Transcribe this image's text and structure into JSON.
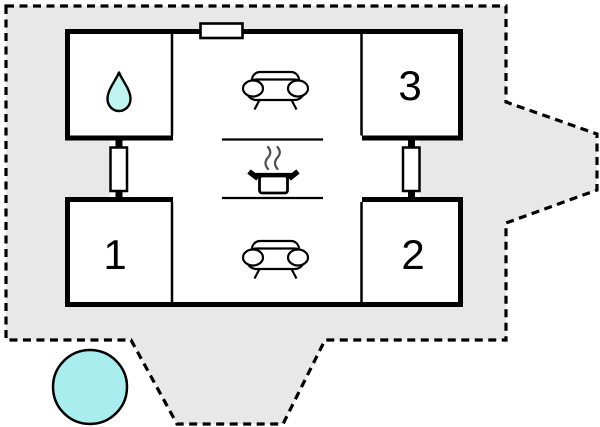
{
  "plan": {
    "kind": "holiday-home-floor-plan",
    "rooms": [
      {
        "id": "room-1",
        "label": "1"
      },
      {
        "id": "room-2",
        "label": "2"
      },
      {
        "id": "room-3",
        "label": "3"
      }
    ],
    "icons": [
      "water-drop-icon",
      "sofa-icon",
      "cooking-pot-icon",
      "steam-icon",
      "window-marker",
      "door-marker",
      "pool-circle"
    ],
    "colors": {
      "plot_fill": "#e8e8e8",
      "boundary": "#000000",
      "walls": "#000000",
      "room_fill": "#ffffff",
      "water_drop": "#bff4f0",
      "pool": "#a9edee",
      "steam": "#4f4f4f"
    }
  }
}
